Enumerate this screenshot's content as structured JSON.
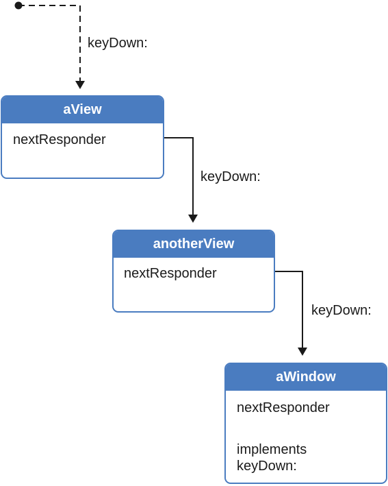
{
  "colors": {
    "box_border": "#4a7cc0",
    "box_header": "#4a7cc0",
    "header_text": "#ffffff",
    "body_text": "#1a1a1a",
    "arrow": "#1a1a1a"
  },
  "entry_edge": {
    "label": "keyDown:",
    "style": "dashed"
  },
  "boxes": {
    "aView": {
      "title": "aView",
      "field": "nextResponder"
    },
    "anotherView": {
      "title": "anotherView",
      "field": "nextResponder"
    },
    "aWindow": {
      "title": "aWindow",
      "field": "nextResponder",
      "note": "implements\nkeyDown:"
    }
  },
  "edges": {
    "aView_to_anotherView": {
      "label": "keyDown:",
      "style": "solid"
    },
    "anotherView_to_aWindow": {
      "label": "keyDown:",
      "style": "solid"
    }
  }
}
